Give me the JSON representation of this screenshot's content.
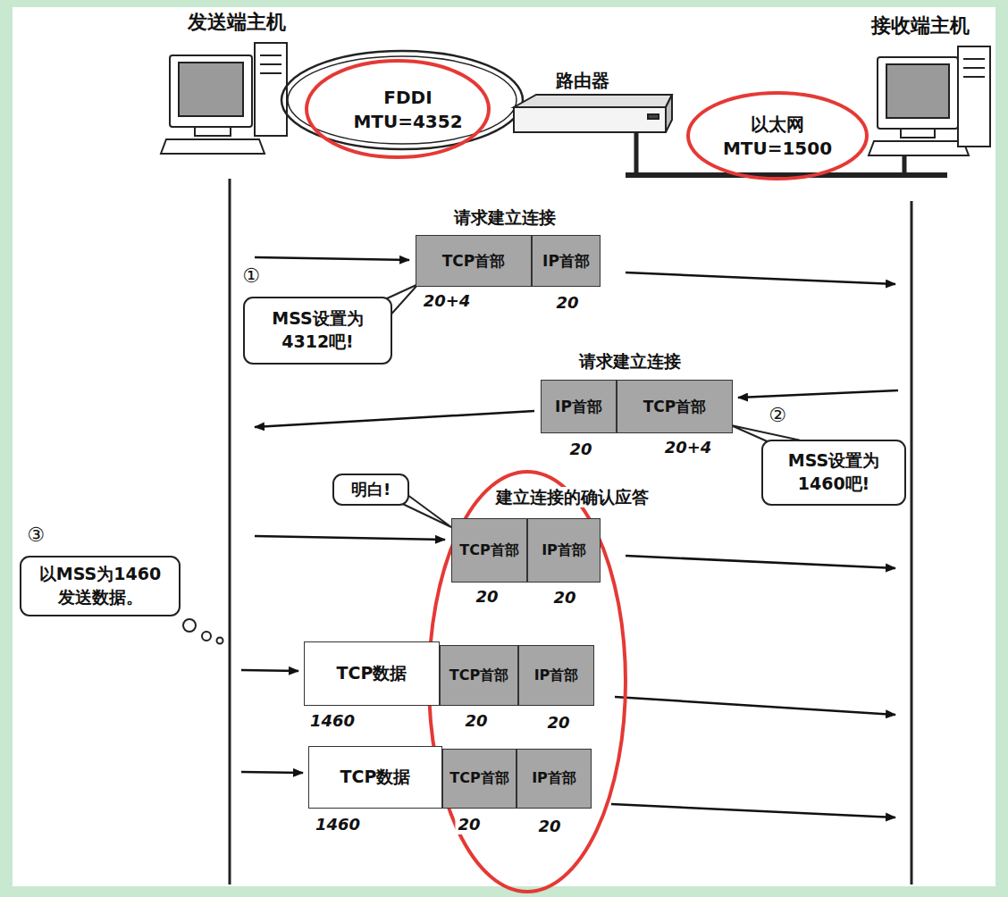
{
  "diagram": {
    "nodes": [
      {
        "text": [
          "FDDI MTU=4352"
        ]
      },
      {
        "text": [
          "以太网 MTU=1500"
        ]
      },
      {
        "text": [
          "TCP首部"
        ]
      },
      {
        "text": [
          "IP首部"
        ]
      },
      {
        "text": [
          "MSS设置为 4312吧!"
        ]
      },
      {
        "text": [
          "IP首部"
        ]
      },
      {
        "text": [
          "TCP首部"
        ]
      },
      {
        "text": [
          "MSS设置为 1460吧!"
        ]
      },
      {
        "text": [
          "明白!"
        ]
      },
      {
        "text": [
          "TCP首部"
        ]
      },
      {
        "text": [
          "IP首部"
        ]
      },
      {
        "text": [
          "以MSS为1460 发送数据。"
        ]
      },
      {
        "text": [
          "TCP数据"
        ]
      },
      {
        "text": [
          "TCP首部"
        ]
      },
      {
        "text": [
          "IP首部"
        ]
      },
      {
        "text": [
          "TCP数据"
        ]
      },
      {
        "text": [
          "TCP首部"
        ]
      },
      {
        "text": [
          "IP首部"
        ]
      }
    ],
    "labels": [
      "发送端主机",
      "路由器",
      "接收端主机",
      "请求建立连接",
      "①",
      "20+4",
      "20",
      "请求建立连接",
      "②",
      "20",
      "20+4",
      "建立连接的确认应答",
      "③",
      "20",
      "20",
      "1460",
      "20",
      "20",
      "1460",
      "20",
      "20"
    ]
  }
}
